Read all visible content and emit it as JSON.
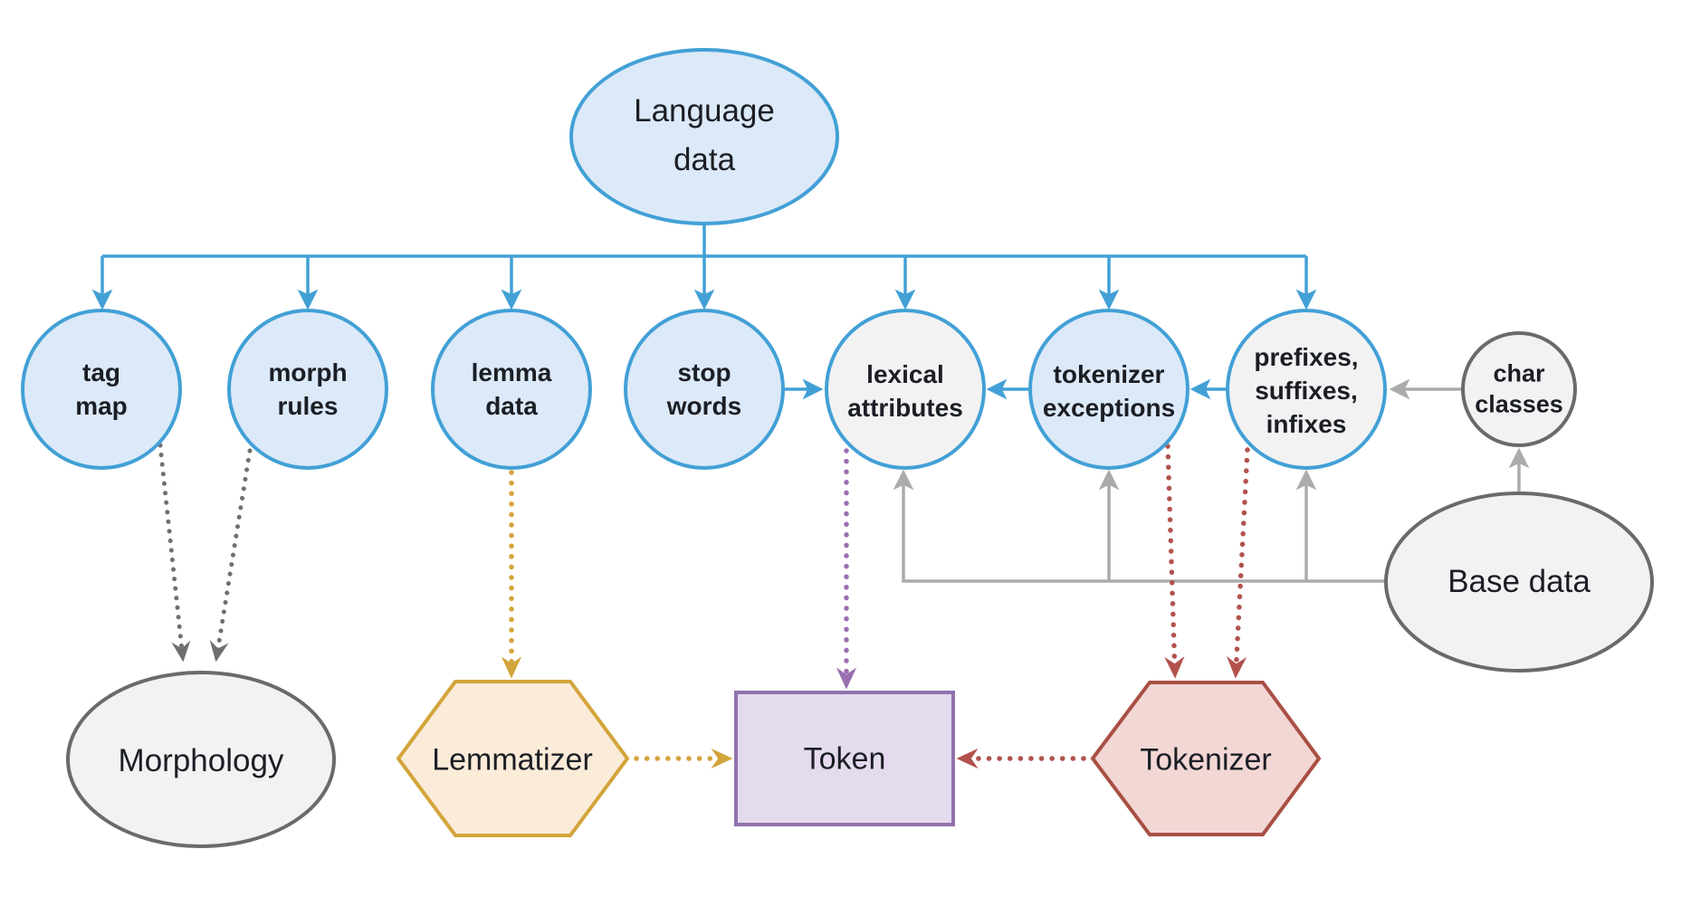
{
  "diagram": {
    "description": "Language data architecture diagram",
    "nodes": {
      "language_data": {
        "label": "Language data",
        "shape": "ellipse",
        "fill": "#dce9f8",
        "stroke": "#42a0d6"
      },
      "tag_map": {
        "label": "tag map",
        "shape": "circle",
        "fill": "#dce9f8",
        "stroke": "#42a0d6"
      },
      "morph_rules": {
        "label": "morph rules",
        "shape": "circle",
        "fill": "#dce9f8",
        "stroke": "#42a0d6"
      },
      "lemma_data": {
        "label": "lemma data",
        "shape": "circle",
        "fill": "#dce9f8",
        "stroke": "#42a0d6"
      },
      "stop_words": {
        "label": "stop words",
        "shape": "circle",
        "fill": "#dce9f8",
        "stroke": "#42a0d6"
      },
      "lexical_attributes": {
        "label": "lexical attributes",
        "shape": "circle",
        "fill": "#f2f2f3",
        "stroke": "#42a0d6"
      },
      "tokenizer_exceptions": {
        "label": "tokenizer exceptions",
        "shape": "circle",
        "fill": "#dce9f8",
        "stroke": "#42a0d6"
      },
      "prefixes_suffixes_infixes": {
        "label": "prefixes, suffixes, infixes",
        "shape": "circle",
        "fill": "#f2f2f3",
        "stroke": "#42a0d6"
      },
      "char_classes": {
        "label": "char classes",
        "shape": "circle",
        "fill": "#f2f2f3",
        "stroke": "#6a6a6a"
      },
      "base_data": {
        "label": "Base data",
        "shape": "ellipse",
        "fill": "#f2f2f3",
        "stroke": "#6a6a6a"
      },
      "morphology": {
        "label": "Morphology",
        "shape": "ellipse",
        "fill": "#f2f2f3",
        "stroke": "#6a6a6a"
      },
      "lemmatizer": {
        "label": "Lemmatizer",
        "shape": "hexagon",
        "fill": "#fbebd9",
        "stroke": "#d3a43b"
      },
      "token": {
        "label": "Token",
        "shape": "rect",
        "fill": "#e4dbee",
        "stroke": "#9172ae"
      },
      "tokenizer": {
        "label": "Tokenizer",
        "shape": "hexagon",
        "fill": "#f2d7d5",
        "stroke": "#a94f44"
      }
    },
    "edge_colors": {
      "blue": "#42a0d6",
      "gray": "#ababab",
      "dark_gray": "#6f6f6f",
      "orange": "#d3a43b",
      "purple": "#9a6fb0",
      "red": "#b2524d"
    },
    "edges": [
      {
        "from": "language_data",
        "to": [
          "tag_map",
          "morph_rules",
          "lemma_data",
          "stop_words",
          "lexical_attributes",
          "tokenizer_exceptions",
          "prefixes_suffixes_infixes"
        ],
        "style": "solid",
        "color": "#42a0d6"
      },
      {
        "from": "stop_words",
        "to": "lexical_attributes",
        "style": "solid",
        "color": "#42a0d6"
      },
      {
        "from": "tokenizer_exceptions",
        "to": "lexical_attributes",
        "style": "solid",
        "color": "#42a0d6"
      },
      {
        "from": "prefixes_suffixes_infixes",
        "to": "tokenizer_exceptions",
        "style": "solid",
        "color": "#42a0d6"
      },
      {
        "from": "char_classes",
        "to": "prefixes_suffixes_infixes",
        "style": "solid",
        "color": "#ababab"
      },
      {
        "from": "base_data",
        "to": "char_classes",
        "style": "solid",
        "color": "#ababab"
      },
      {
        "from": "base_data",
        "to": [
          "lexical_attributes",
          "tokenizer_exceptions",
          "prefixes_suffixes_infixes"
        ],
        "style": "solid",
        "color": "#ababab"
      },
      {
        "from": "tag_map",
        "to": "morphology",
        "style": "dotted",
        "color": "#6f6f6f"
      },
      {
        "from": "morph_rules",
        "to": "morphology",
        "style": "dotted",
        "color": "#6f6f6f"
      },
      {
        "from": "lemma_data",
        "to": "lemmatizer",
        "style": "dotted",
        "color": "#d3a43b"
      },
      {
        "from": "lemmatizer",
        "to": "token",
        "style": "dotted",
        "color": "#d3a43b"
      },
      {
        "from": "lexical_attributes",
        "to": "token",
        "style": "dotted",
        "color": "#9a6fb0"
      },
      {
        "from": "tokenizer_exceptions",
        "to": "tokenizer",
        "style": "dotted",
        "color": "#b2524d"
      },
      {
        "from": "prefixes_suffixes_infixes",
        "to": "tokenizer",
        "style": "dotted",
        "color": "#b2524d"
      },
      {
        "from": "tokenizer",
        "to": "token",
        "style": "dotted",
        "color": "#b2524d"
      }
    ]
  }
}
